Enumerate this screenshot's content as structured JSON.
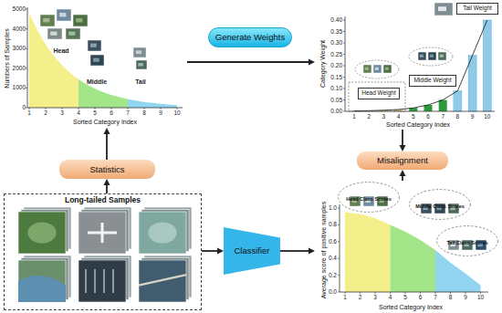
{
  "diagram": {
    "nodes": [
      {
        "text": [
          "Numbers of Samples",
          "Sorted Category Index"
        ]
      },
      {
        "text": [
          "Generate Weights"
        ]
      },
      {
        "text": [
          "Category Weight",
          "Sorted Category Index"
        ]
      },
      {
        "text": [
          "Head Weight"
        ],
        "in": 2
      },
      {
        "text": [
          "Middle Weight"
        ],
        "in": 2
      },
      {
        "text": [
          "Tail Weight"
        ],
        "in": 2
      },
      {
        "text": [
          "Statistics"
        ]
      },
      {
        "text": [
          "Misalignment"
        ]
      },
      {
        "text": [
          "Long-tailed Samples"
        ]
      },
      {
        "text": [
          "Classifier"
        ]
      },
      {
        "text": [
          "Average score of positive samples",
          "Sorted Category Index"
        ]
      },
      {
        "text": [
          "Head Class Scores"
        ],
        "in": 10
      },
      {
        "text": [
          "Middle Class Scores"
        ],
        "in": 10
      },
      {
        "text": [
          "Tail Class Scores"
        ],
        "in": 10
      }
    ],
    "edges": [
      {
        "from": 0,
        "to": 2,
        "arrow": "to"
      },
      {
        "from": 8,
        "to": 6,
        "arrow": "to"
      },
      {
        "from": 6,
        "to": 0,
        "arrow": "to"
      },
      {
        "from": 8,
        "to": 9,
        "arrow": "to"
      },
      {
        "from": 9,
        "to": 10,
        "arrow": "to"
      },
      {
        "from": 10,
        "to": 7,
        "arrow": "to"
      },
      {
        "from": 2,
        "to": 7,
        "arrow": "to"
      }
    ],
    "labels": [
      "0",
      "1000",
      "2000",
      "3000",
      "4000",
      "5000",
      "1",
      "2",
      "3",
      "4",
      "5",
      "6",
      "7",
      "8",
      "9",
      "10",
      "Head",
      "Middle",
      "Tail",
      "0.00",
      "0.05",
      "0.10",
      "0.15",
      "0.20",
      "0.25",
      "0.30",
      "0.35",
      "0.40",
      "1",
      "2",
      "3",
      "4",
      "5",
      "6",
      "7",
      "8",
      "9",
      "10",
      "0.0",
      "0.2",
      "0.4",
      "0.6",
      "0.8",
      "1.0",
      "1",
      "2",
      "3",
      "4",
      "5",
      "6",
      "7",
      "8",
      "9",
      "10"
    ]
  }
}
